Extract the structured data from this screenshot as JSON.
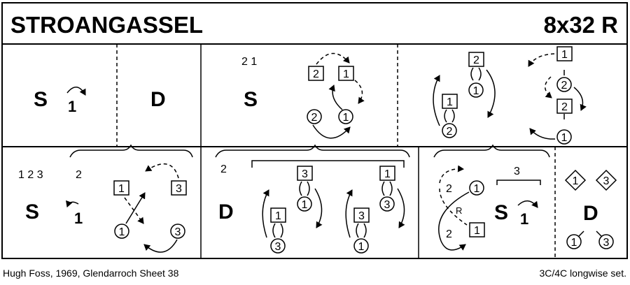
{
  "header": {
    "title": "STROANGASSEL",
    "format": "8x32 R"
  },
  "footer": {
    "credit": "Hugh Foss, 1969, Glendarroch Sheet 38",
    "set": "3C/4C longwise set."
  },
  "bars": {
    "b1_2": {
      "letter": "S",
      "turn": "1"
    },
    "b3_4": {
      "letter": "D"
    },
    "b5_8": {
      "letter": "S",
      "nums": "2 1",
      "sq2": "2",
      "sq1": "1",
      "c2": "2",
      "c1": "1"
    },
    "b9_12": {
      "sq2": "2",
      "c1": "1",
      "sq1": "1",
      "c2": "2",
      "sq1r": "1",
      "c2r": "2",
      "sq2r": "2",
      "c1r": "1"
    },
    "b13_16": {
      "letter": "S",
      "nums": "1 2 3",
      "num2": "2",
      "turn": "1",
      "sq1": "1",
      "sq3": "3",
      "c1": "1",
      "c3": "3"
    },
    "b17_20": {
      "letter": "D",
      "num": "2",
      "sq3": "3",
      "c1": "1",
      "sq1": "1",
      "c3": "3",
      "sq1b": "1",
      "c3b": "3",
      "sq3b": "3",
      "c1b": "1"
    },
    "b21_24": {
      "letter": "S",
      "num": "2",
      "c1": "1",
      "r": "R",
      "num2": "2",
      "sq1": "1",
      "three": "3",
      "turn": "1"
    },
    "b25_32": {
      "letter": "D",
      "d1": "1",
      "d3": "3",
      "c1": "1",
      "c3": "3"
    }
  }
}
